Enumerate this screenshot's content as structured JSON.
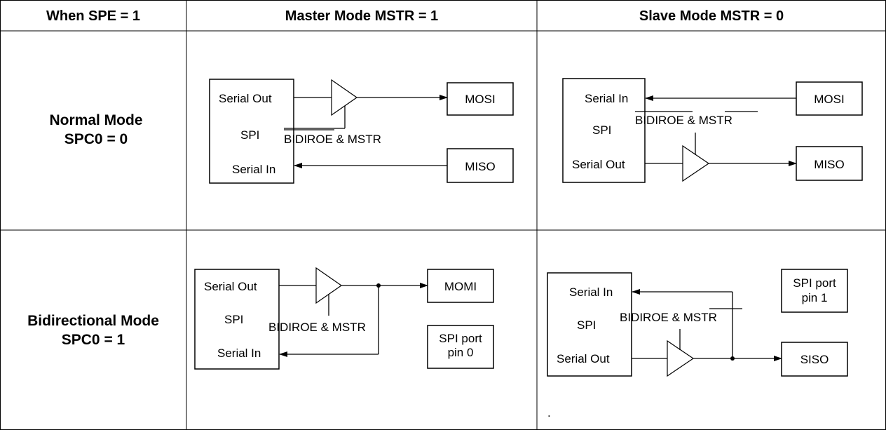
{
  "table": {
    "headers": [
      "When SPE = 1",
      "Master Mode MSTR = 1",
      "Slave Mode MSTR = 0"
    ],
    "rows": [
      {
        "label_line1": "Normal Mode",
        "label_line2": "SPC0 = 0"
      },
      {
        "label_line1": "Bidirectional Mode",
        "label_line2": "SPC0 = 1"
      }
    ]
  },
  "normal_master": {
    "serial_out": "Serial Out",
    "spi": "SPI",
    "serial_in": "Serial In",
    "control_over": "BIDIROE",
    "control_rest": " & MSTR",
    "pin_out": "MOSI",
    "pin_in": "MISO"
  },
  "normal_slave": {
    "serial_in": "Serial In",
    "spi": "SPI",
    "serial_out": "Serial Out",
    "control_over1": "BIDIROE",
    "control_amp": " & ",
    "control_over2": "MSTR",
    "pin_in": "MOSI",
    "pin_out": "MISO"
  },
  "bidir_master": {
    "serial_out": "Serial Out",
    "spi": "SPI",
    "serial_in": "Serial In",
    "control": "BIDIROE & MSTR",
    "pin": "MOMI",
    "port_line1": "SPI port",
    "port_line2": "pin 0"
  },
  "bidir_slave": {
    "serial_in": "Serial In",
    "spi": "SPI",
    "serial_out": "Serial Out",
    "control_plain": "BIDIROE & ",
    "control_over": "MSTR",
    "pin": "SISO",
    "port_line1": "SPI port",
    "port_line2": "pin 1",
    "dot": "."
  }
}
